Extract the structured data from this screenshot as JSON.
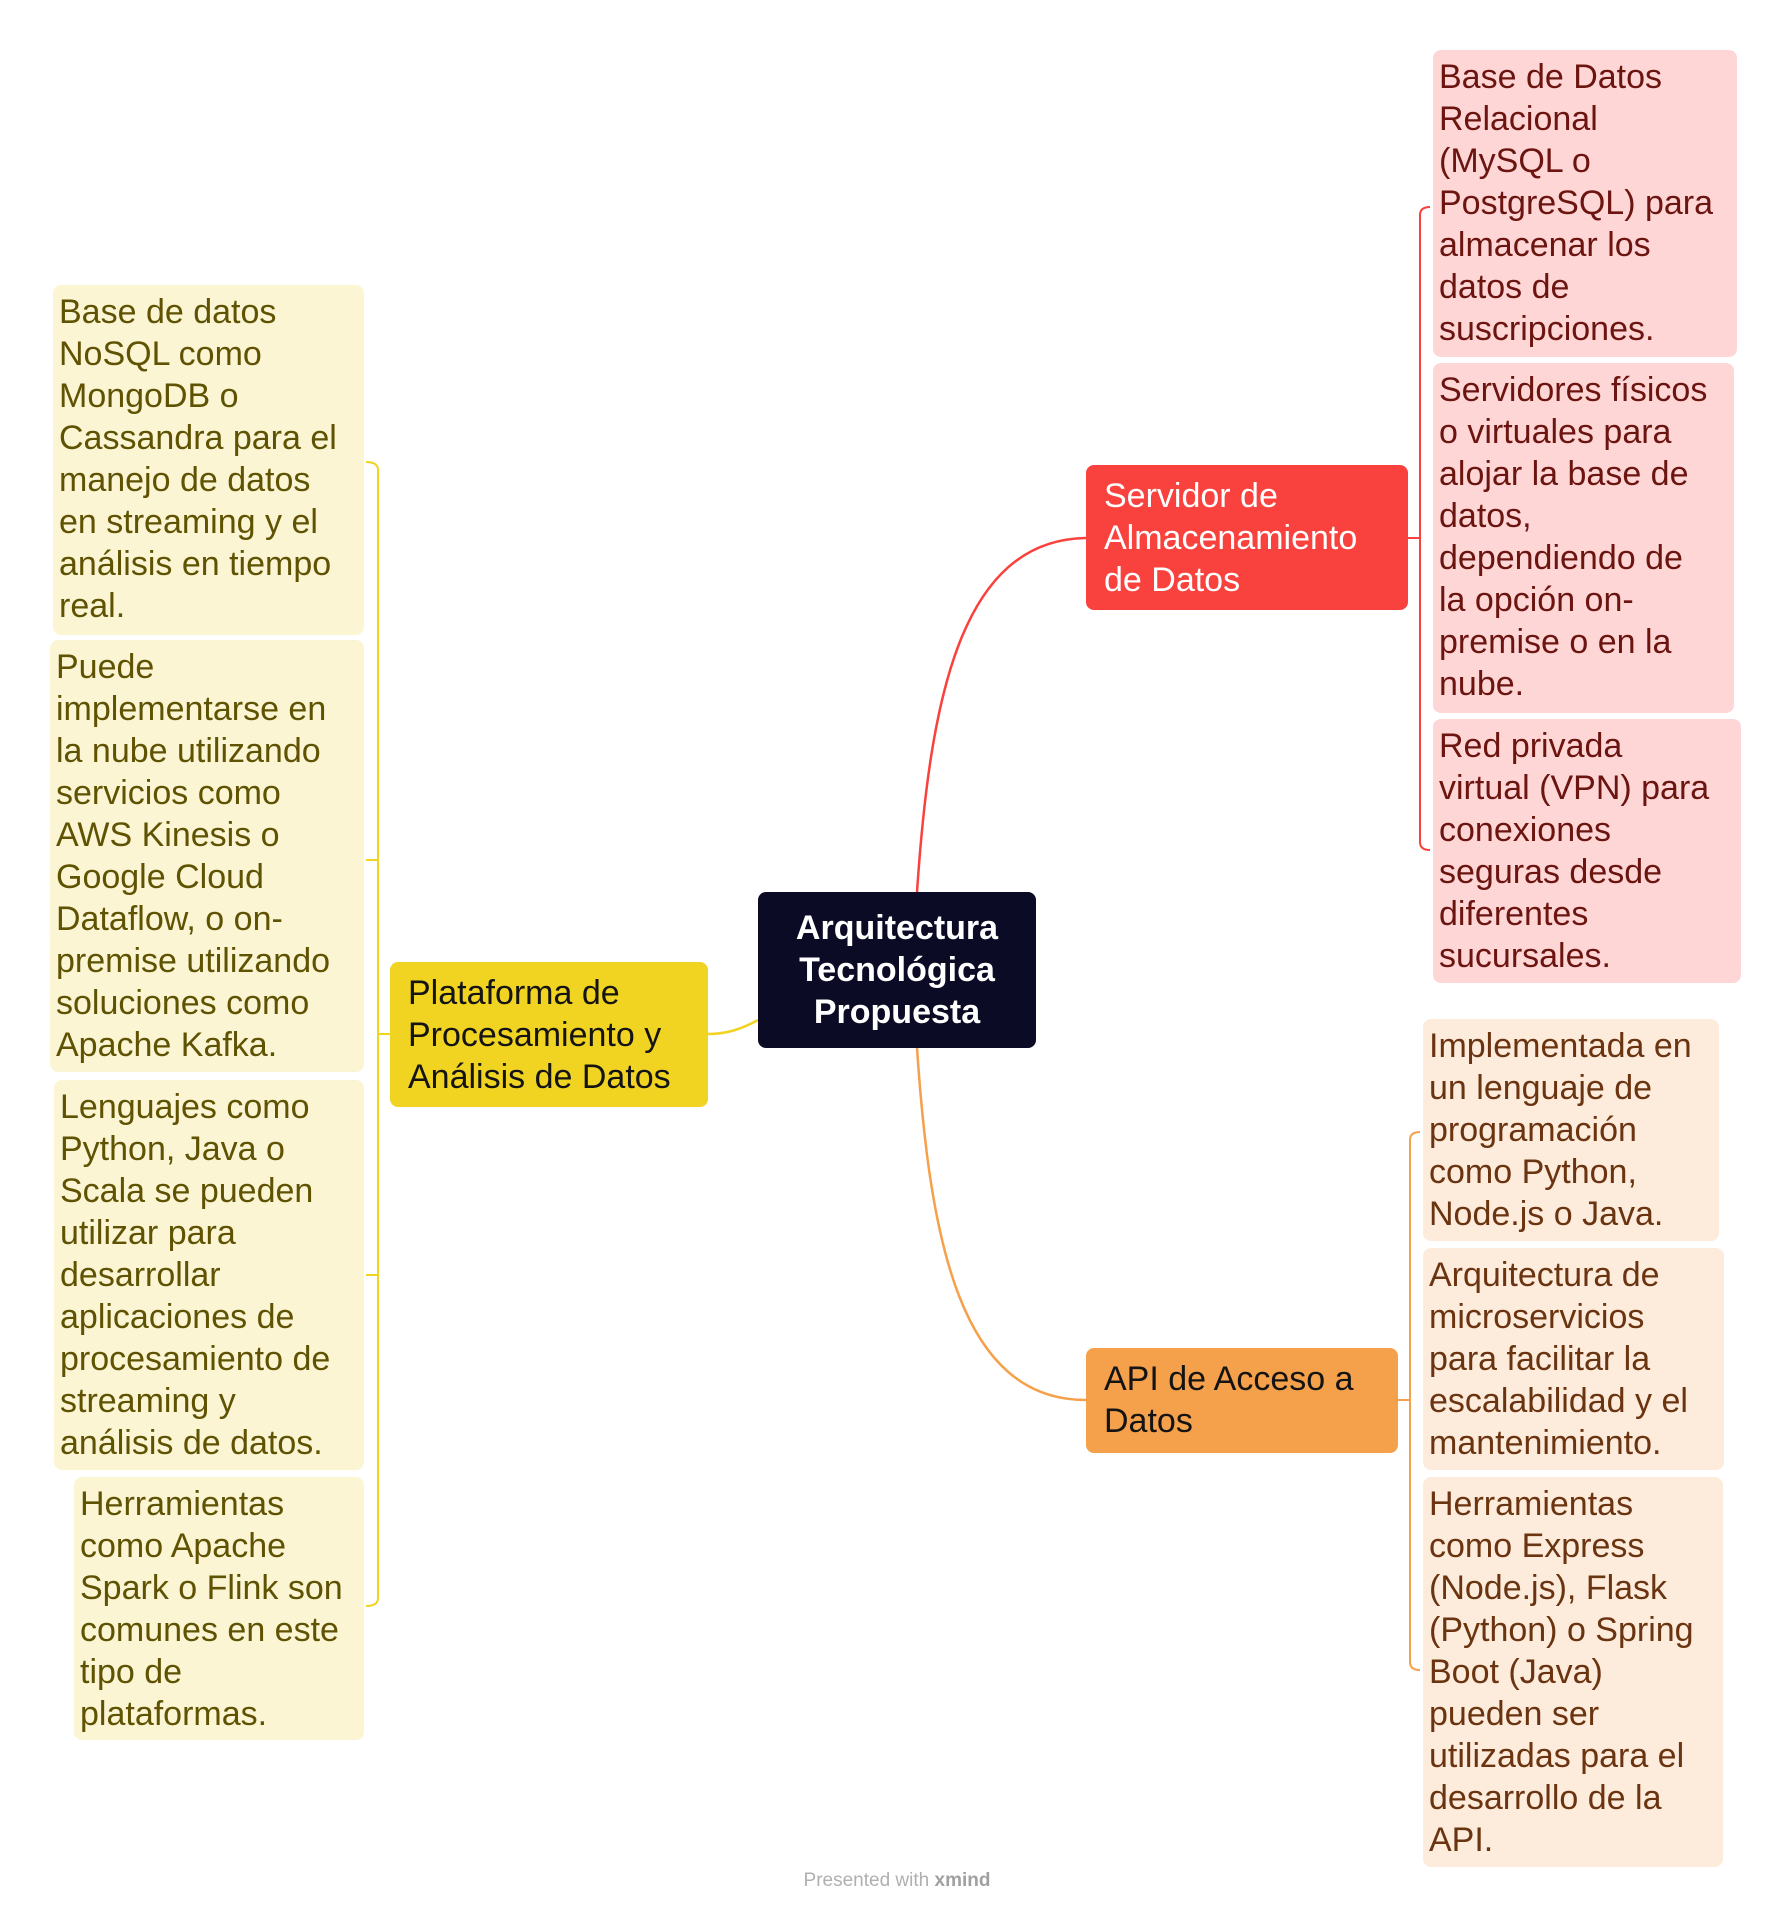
{
  "central": {
    "text": "Arquitectura\nTecnológica\nPropuesta"
  },
  "branches": {
    "storage": {
      "title": "Servidor de\nAlmacenamiento\nde Datos",
      "color": "#f9423d",
      "items": [
        "Base de Datos\nRelacional\n(MySQL o\nPostgreSQL) para\nalmacenar los\ndatos de\nsuscripciones.",
        "Servidores físicos\no virtuales para\nalojar la base de\ndatos,\ndependiendo de\nla opción on-\npremise o en la\nnube.",
        "Red privada\nvirtual (VPN) para\nconexiones\nseguras desde\ndiferentes\nsucursales."
      ]
    },
    "api": {
      "title": "API de Acceso a\nDatos",
      "color": "#f5a04b",
      "items": [
        "Implementada en\nun lenguaje de\nprogramación\ncomo Python,\nNode.js o Java.",
        "Arquitectura de\nmicroservicios\npara facilitar la\nescalabilidad y el\nmantenimiento.",
        "Herramientas\ncomo Express\n(Node.js), Flask\n(Python) o Spring\nBoot (Java)\npueden ser\nutilizadas para el\ndesarrollo de la\nAPI."
      ]
    },
    "processing": {
      "title": "Plataforma de\nProcesamiento y\nAnálisis de Datos",
      "color": "#f1d321",
      "items": [
        "Base de datos\nNoSQL como\nMongoDB o\nCassandra para el\nmanejo de datos\nen streaming y el\nanálisis en tiempo\nreal.",
        "Puede\nimplementarse en\nla nube utilizando\nservicios como\nAWS Kinesis o\nGoogle Cloud\nDataflow, o on-\npremise utilizando\nsoluciones como\nApache Kafka.",
        "Lenguajes como\nPython, Java o\nScala se pueden\nutilizar para\ndesarrollar\naplicaciones de\nprocesamiento de\nstreaming y\nanálisis de datos.",
        "Herramientas\ncomo Apache\nSpark o Flink son\ncomunes en este\ntipo de\nplataformas."
      ]
    }
  },
  "footer": {
    "prefix": "Presented with",
    "brand": "xmind"
  }
}
